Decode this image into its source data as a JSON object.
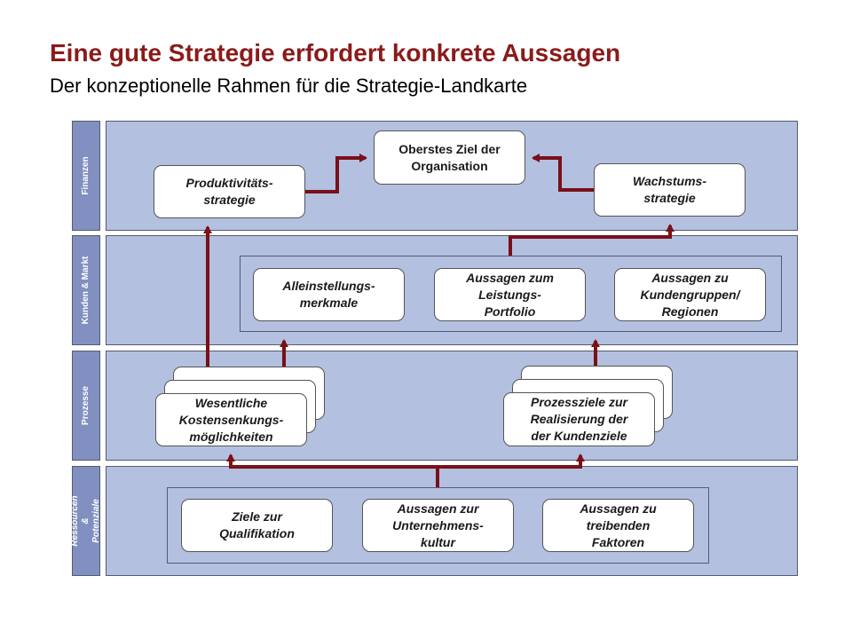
{
  "header": {
    "title": "Eine gute Strategie erfordert konkrete Aussagen",
    "subtitle": "Der konzeptionelle Rahmen für die Strategie-Landkarte"
  },
  "rows": {
    "finanzen": "Finanzen",
    "kunden": "Kunden & Markt",
    "prozesse": "Prozesse",
    "ressourcen": "Ressourcen &\nPotenziale"
  },
  "boxes": {
    "oberstes_ziel": "Oberstes Ziel der\nOrganisation",
    "produktivitaet": "Produktivitäts-\nstrategie",
    "wachstum": "Wachstums-\nstrategie",
    "alleinstellung": "Alleinstellungs-\nmerkmale",
    "leistungsportfolio": "Aussagen zum\nLeistungs-\nPortfolio",
    "kundengruppen": "Aussagen zu\nKundengruppen/\nRegionen",
    "kostensenkung": "Wesentliche\nKostensenkungs-\nmöglichkeiten",
    "prozessziele": "Prozessziele zur\nRealisierung der\nder Kundenziele",
    "qualifikation": "Ziele zur\nQualifikation",
    "unternehmenskultur": "Aussagen zur\nUnternehmens-\nkultur",
    "treibende_faktoren": "Aussagen zu\ntreibenden\nFaktoren"
  },
  "colors": {
    "title": "#8b1a1a",
    "band": "#b3c0e0",
    "side_label_bg": "#8190c0",
    "arrow": "#7a1018"
  }
}
